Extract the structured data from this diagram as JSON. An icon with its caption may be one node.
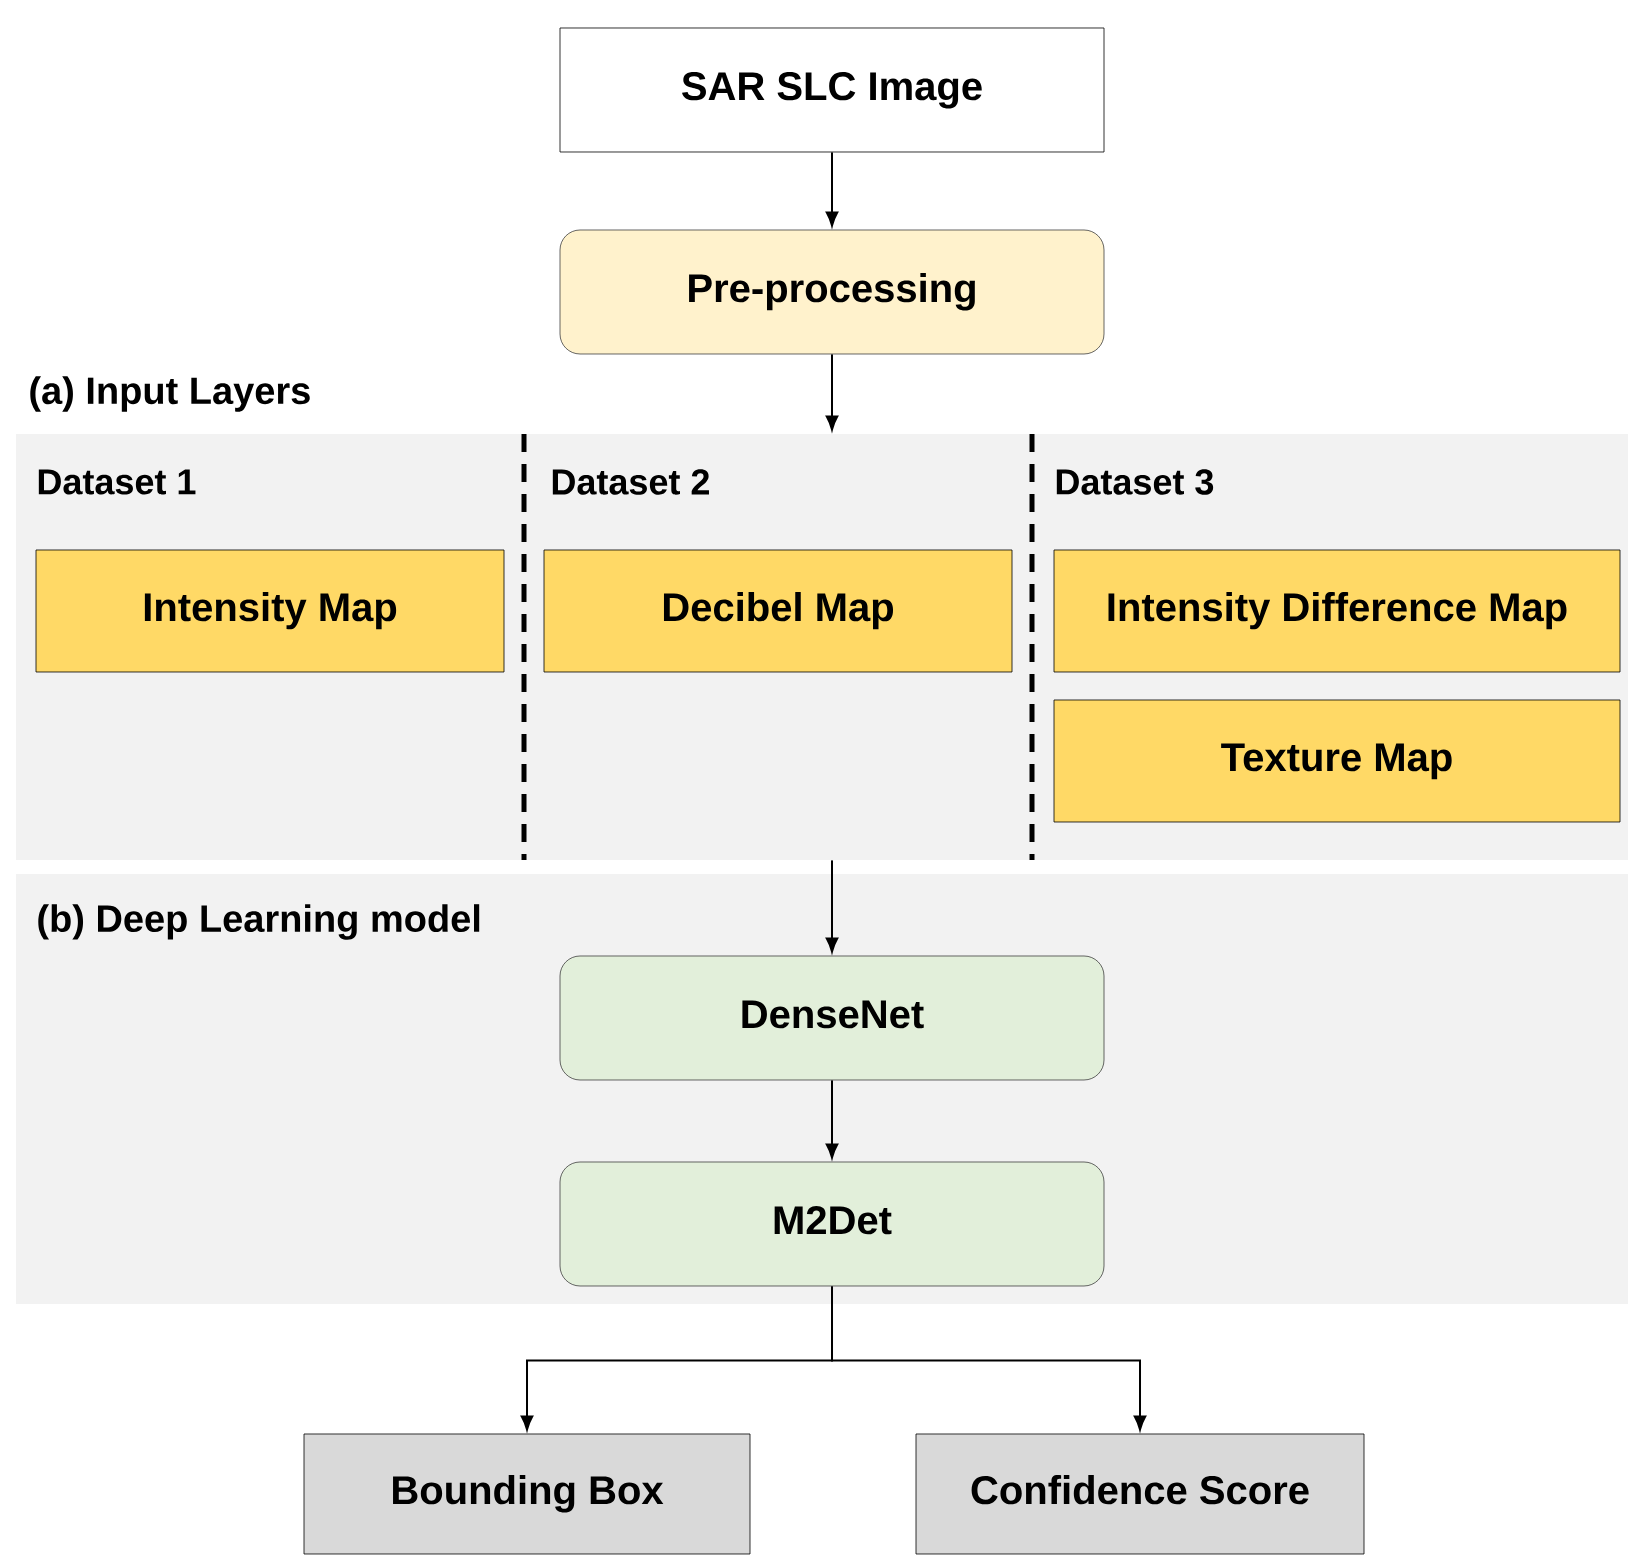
{
  "diagram": {
    "nodes": [
      {
        "text": [
          "SAR SLC Image"
        ]
      },
      {
        "text": [
          "Pre-processing"
        ]
      },
      {
        "text": [
          "(a) Input Layers"
        ]
      },
      {
        "text": [
          "Intensity Map"
        ],
        "in": 2
      },
      {
        "text": [
          "Decibel Map"
        ],
        "in": 2
      },
      {
        "text": [
          "Intensity Difference Map"
        ],
        "in": 2
      },
      {
        "text": [
          "Texture Map"
        ],
        "in": 2
      },
      {
        "text": [
          "(b) Deep Learning model"
        ]
      },
      {
        "text": [
          "DenseNet"
        ],
        "in": 7
      },
      {
        "text": [
          "M2Det"
        ],
        "in": 7
      },
      {
        "text": [
          "Bounding Box"
        ]
      },
      {
        "text": [
          "Confidence Score"
        ]
      }
    ],
    "edges": [
      {
        "from": 0,
        "to": 1,
        "arrow": "to"
      },
      {
        "from": 1,
        "to": 2,
        "arrow": "to"
      },
      {
        "from": 2,
        "to": 8,
        "arrow": "to"
      },
      {
        "from": 8,
        "to": 9,
        "arrow": "to"
      },
      {
        "from": 9,
        "to": 10,
        "arrow": "to"
      },
      {
        "from": 9,
        "to": 11,
        "arrow": "to"
      }
    ],
    "labels": [
      "Dataset 1",
      "Dataset 2",
      "Dataset 3"
    ]
  }
}
